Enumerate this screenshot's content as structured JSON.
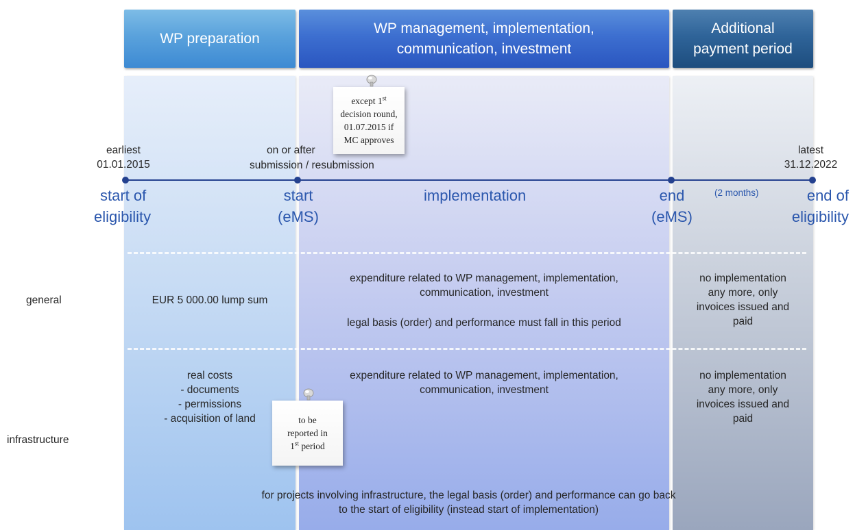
{
  "headers": [
    {
      "lines": [
        "WP preparation"
      ],
      "color": "#5aa2dc"
    },
    {
      "lines": [
        "WP management, implementation,",
        "communication, investment"
      ],
      "color": "#3d6fd0"
    },
    {
      "lines": [
        "Additional",
        "payment period"
      ],
      "color": "#2f6499"
    }
  ],
  "timeline": {
    "top_labels": {
      "earliest_1": "earliest",
      "earliest_2": "01.01.2015",
      "onafter_1": "on or after",
      "onafter_2": "submission / resubmission",
      "latest_1": "latest",
      "latest_2": "31.12.2022"
    },
    "milestones": {
      "start_eligibility_1": "start of",
      "start_eligibility_2": "eligibility",
      "start_1": "start",
      "start_2": "(eMS)",
      "implementation": "implementation",
      "end_1": "end",
      "end_2": "(eMS)",
      "end_eligibility_1": "end of",
      "end_eligibility_2": "eligibility"
    },
    "two_months": "(2 months)",
    "line_color": "#24418f"
  },
  "rows": {
    "general_label": "general",
    "infrastructure_label": "infrastructure"
  },
  "cells": {
    "general_prep": "EUR 5 000.00 lump sum",
    "general_mgmt_1": "expenditure related to WP management, implementation,",
    "general_mgmt_2": "communication, investment",
    "general_mgmt_3": "legal basis (order) and performance must fall in this period",
    "general_add_1": "no implementation",
    "general_add_2": "any more, only",
    "general_add_3": "invoices issued and",
    "general_add_4": "paid",
    "infra_prep_1": "real costs",
    "infra_prep_2": "- documents",
    "infra_prep_3": "- permissions",
    "infra_prep_4": "- acquisition of land",
    "infra_mgmt_1": "expenditure related to WP management, implementation,",
    "infra_mgmt_2": "communication, investment",
    "infra_add_1": "no implementation",
    "infra_add_2": "any more, only",
    "infra_add_3": "invoices issued and",
    "infra_add_4": "paid",
    "bottom_1": "for projects involving infrastructure, the legal basis (order) and performance can go back",
    "bottom_2": "to the start of eligibility (instead start of implementation)"
  },
  "notes": {
    "note1_l1_pre": "except 1",
    "note1_l1_sup": "st",
    "note1_l2": "decision round,",
    "note1_l3": "01.07.2015 if",
    "note1_l4": "MC approves",
    "note2_l1": "to be",
    "note2_l2": "reported in",
    "note2_l3_pre": "1",
    "note2_l3_sup": "st",
    "note2_l3_post": " period"
  }
}
